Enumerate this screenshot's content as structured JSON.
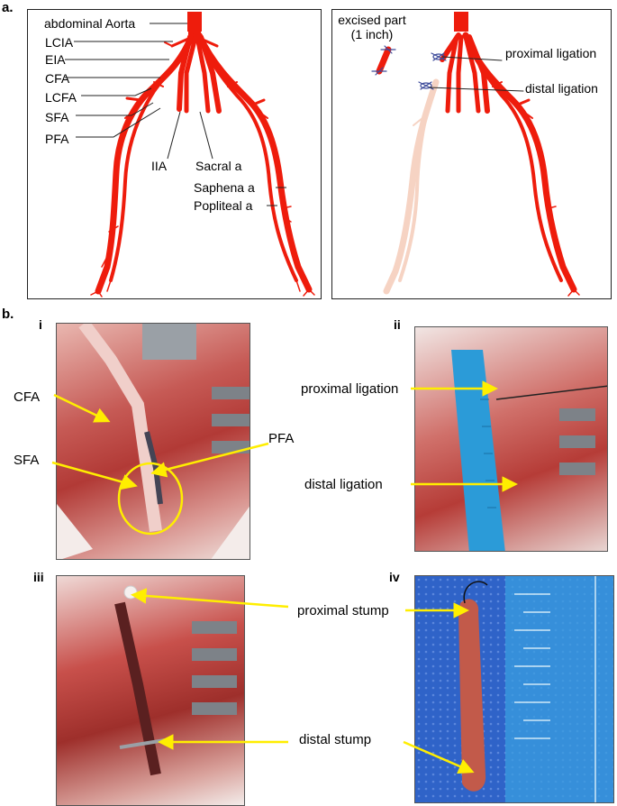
{
  "panels": {
    "a": {
      "letter": "a."
    },
    "b": {
      "letter": "b."
    }
  },
  "diagram_left": {
    "labels": {
      "aorta": "abdominal Aorta",
      "lcia": "LCIA",
      "eia": "EIA",
      "cfa": "CFA",
      "lcfa": "LCFA",
      "sfa": "SFA",
      "pfa": "PFA",
      "iia": "IIA",
      "sacral": "Sacral a",
      "saphena": "Saphena a",
      "popliteal": "Popliteal a"
    }
  },
  "diagram_right": {
    "labels": {
      "excised_line1": "excised part",
      "excised_line2": "(1 inch)",
      "proximal": "proximal ligation",
      "distal": "distal ligation"
    }
  },
  "photos": {
    "i": {
      "numeral": "i",
      "labels": {
        "cfa": "CFA",
        "sfa": "SFA",
        "pfa": "PFA"
      }
    },
    "ii": {
      "numeral": "ii",
      "labels": {
        "proximal": "proximal ligation",
        "distal": "distal ligation"
      }
    },
    "iii": {
      "numeral": "iii"
    },
    "iv": {
      "numeral": "iv",
      "labels": {
        "proximal_stump": "proximal stump",
        "distal_stump": "distal stump"
      }
    }
  },
  "colors": {
    "artery": "#ee1c0c",
    "artery_faded": "#f6d3c3",
    "arrow": "#ffee00",
    "suture": "#3c4a9a",
    "tissue": "#c9433c",
    "ruler": "#2b9bd8",
    "drape": "#2f63c8"
  }
}
